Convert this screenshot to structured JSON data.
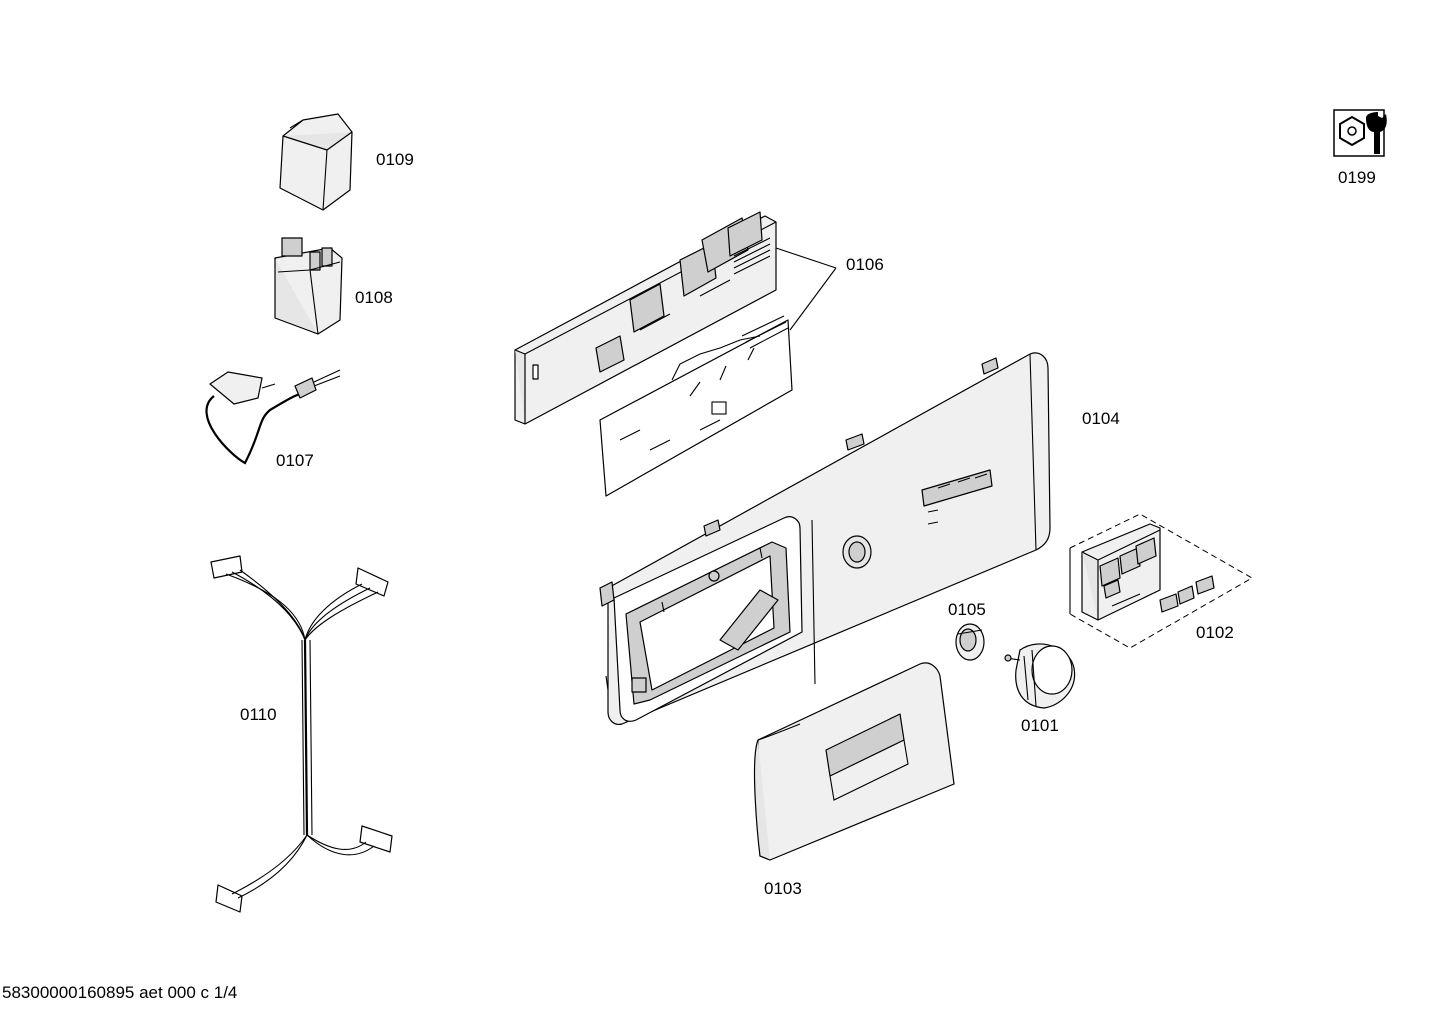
{
  "labels": {
    "p0101": "0101",
    "p0102": "0102",
    "p0103": "0103",
    "p0104": "0104",
    "p0105": "0105",
    "p0106": "0106",
    "p0107": "0107",
    "p0108": "0108",
    "p0109": "0109",
    "p0110": "0110",
    "p0199": "0199"
  },
  "footer": "58300000160895 aet 000 c 1/4",
  "icons": {
    "tool": "wrench-nut-icon"
  }
}
